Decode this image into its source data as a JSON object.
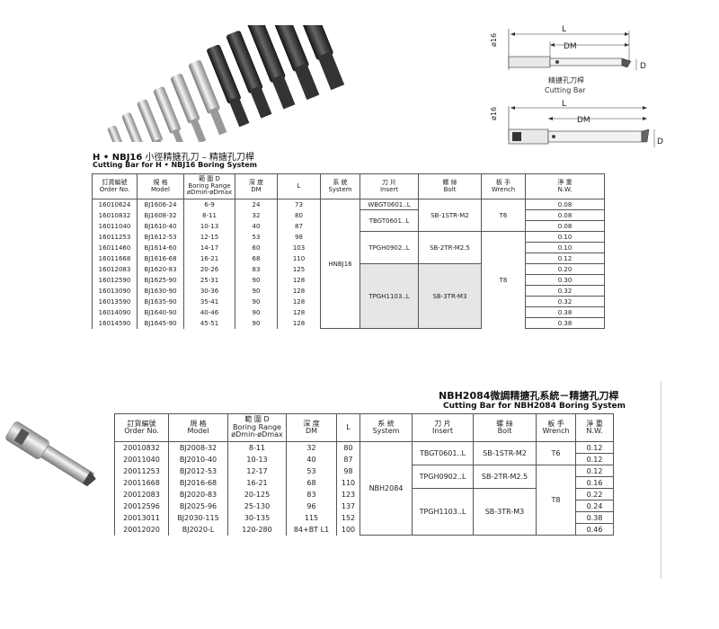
{
  "figure": {
    "dim_d16": "ø16",
    "dim_L": "L",
    "dim_DM": "DM",
    "dim_D": "D",
    "caption_zh": "精搪孔刀桿",
    "caption_en": "Cutting Bar"
  },
  "table1": {
    "title_zh_bold": "H • NBJ16",
    "title_zh_rest": " 小徑精搪孔刀 – 精搪孔刀桿",
    "title_en": "Cutting Bar for H • NBJ16 Boring System",
    "headers": {
      "order_zh": "訂貨編號",
      "order_en": "Order No.",
      "model_zh": "規 格",
      "model_en": "Model",
      "range_zh": "範 圍 D",
      "range_en": "Boring Range",
      "range_sub": "øDmin-øDmax",
      "dm_zh": "深 度",
      "dm_en": "DM",
      "l": "L",
      "system_zh": "系 統",
      "system_en": "System",
      "insert_zh": "刀 片",
      "insert_en": "Insert",
      "bolt_zh": "螺 絲",
      "bolt_en": "Bolt",
      "wrench_zh": "板 手",
      "wrench_en": "Wrench",
      "nw_zh": "淨 重",
      "nw_en": "N.W."
    },
    "rows": [
      {
        "order": "16010624",
        "model": "BJ1606-24",
        "range": "6-9",
        "dm": "24",
        "l": "73",
        "nw": "0.08"
      },
      {
        "order": "16010832",
        "model": "BJ1608-32",
        "range": "8-11",
        "dm": "32",
        "l": "80",
        "nw": "0.08"
      },
      {
        "order": "16011040",
        "model": "BJ1610-40",
        "range": "10-13",
        "dm": "40",
        "l": "87",
        "nw": "0.08"
      },
      {
        "order": "16011253",
        "model": "BJ1612-53",
        "range": "12-15",
        "dm": "53",
        "l": "98",
        "nw": "0.10"
      },
      {
        "order": "16011460",
        "model": "BJ1614-60",
        "range": "14-17",
        "dm": "60",
        "l": "103",
        "nw": "0.10"
      },
      {
        "order": "16011668",
        "model": "BJ1616-68",
        "range": "16-21",
        "dm": "68",
        "l": "110",
        "nw": "0.12"
      },
      {
        "order": "16012083",
        "model": "BJ1620-83",
        "range": "20-26",
        "dm": "83",
        "l": "125",
        "nw": "0.20"
      },
      {
        "order": "16012590",
        "model": "BJ1625-90",
        "range": "25-31",
        "dm": "90",
        "l": "128",
        "nw": "0.30"
      },
      {
        "order": "16013090",
        "model": "BJ1630-90",
        "range": "30-36",
        "dm": "90",
        "l": "128",
        "nw": "0.32"
      },
      {
        "order": "16013590",
        "model": "BJ1635-90",
        "range": "35-41",
        "dm": "90",
        "l": "128",
        "nw": "0.32"
      },
      {
        "order": "16014090",
        "model": "BJ1640-90",
        "range": "40-46",
        "dm": "90",
        "l": "128",
        "nw": "0.38"
      },
      {
        "order": "16014590",
        "model": "BJ1645-90",
        "range": "45-51",
        "dm": "90",
        "l": "128",
        "nw": "0.38"
      }
    ],
    "system": "HNBJ16",
    "inserts": [
      "WBGT0601..L",
      "TBGT0601..L",
      "TPGH0902..L",
      "TPGH1103..L"
    ],
    "bolts": [
      "SB-1STR-M2",
      "SB-2TR-M2.5",
      "SB-3TR-M3"
    ],
    "wrenches": [
      "T6",
      "T8"
    ]
  },
  "table2": {
    "title_zh": "NBH2084微調精搪孔系統－精搪孔刀桿",
    "title_en": "Cutting Bar for NBH2084 Boring  System",
    "headers": {
      "order_zh": "訂貨編號",
      "order_en": "Order No.",
      "model_zh": "規 格",
      "model_en": "Model",
      "range_zh": "範 圍 D",
      "range_en": "Boring Range",
      "range_sub": "øDmin-øDmax",
      "dm_zh": "深 度",
      "dm_en": "DM",
      "l": "L",
      "system_zh": "系 統",
      "system_en": "System",
      "insert_zh": "刀 片",
      "insert_en": "Insert",
      "bolt_zh": "螺 絲",
      "bolt_en": "Bolt",
      "wrench_zh": "板 手",
      "wrench_en": "Wrench",
      "nw_zh": "淨 重",
      "nw_en": "N.W."
    },
    "rows": [
      {
        "order": "20010832",
        "model": "BJ2008-32",
        "range": "8-11",
        "dm": "32",
        "l": "80",
        "nw": "0.12"
      },
      {
        "order": "20011040",
        "model": "BJ2010-40",
        "range": "10-13",
        "dm": "40",
        "l": "87",
        "nw": "0.12"
      },
      {
        "order": "20011253",
        "model": "BJ2012-53",
        "range": "12-17",
        "dm": "53",
        "l": "98",
        "nw": "0.12"
      },
      {
        "order": "20011668",
        "model": "BJ2016-68",
        "range": "16-21",
        "dm": "68",
        "l": "110",
        "nw": "0.16"
      },
      {
        "order": "20012083",
        "model": "BJ2020-83",
        "range": "20-125",
        "dm": "83",
        "l": "123",
        "nw": "0.22"
      },
      {
        "order": "20012596",
        "model": "BJ2025-96",
        "range": "25-130",
        "dm": "96",
        "l": "137",
        "nw": "0.24"
      },
      {
        "order": "20013011",
        "model": "BJ2030-115",
        "range": "30-135",
        "dm": "115",
        "l": "152",
        "nw": "0.38"
      },
      {
        "order": "20012020",
        "model": "BJ2020-L",
        "range": "120-280",
        "dm": "84+BT L1",
        "l": "100",
        "nw": "0.46"
      }
    ],
    "system": "NBH2084",
    "inserts": [
      "TBGT0601..L",
      "TPGH0902..L",
      "TPGH1103..L"
    ],
    "bolts": [
      "SB-1STR-M2",
      "SB-2TR-M2.5",
      "SB-3TR-M3"
    ],
    "wrenches": [
      "T6",
      "T8"
    ]
  }
}
